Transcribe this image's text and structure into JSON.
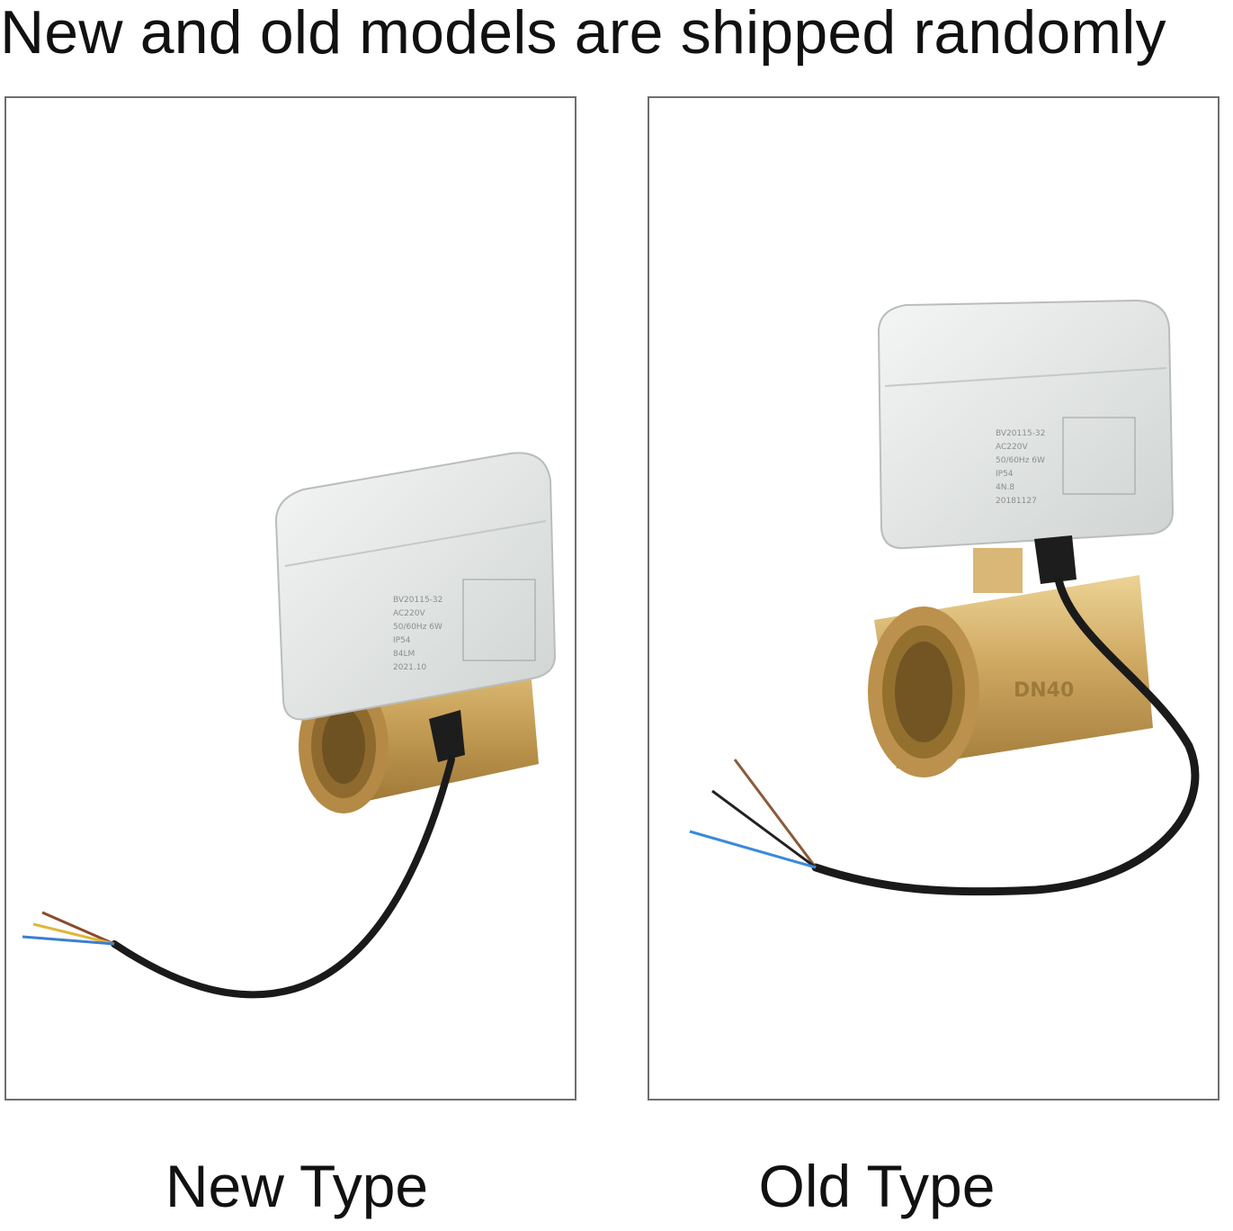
{
  "headline": "New and old models are shipped randomly",
  "panels": [
    {
      "caption": "New Type",
      "label_text": [
        "BV20115-32",
        "AC220V",
        "50/60Hz 6W",
        "IP54",
        "84LM",
        "2021.10"
      ],
      "brass_color": "#c9a35a",
      "actuator_color": "#e3e6e5"
    },
    {
      "caption": "Old Type",
      "label_text": [
        "BV20115-32",
        "AC220V",
        "50/60Hz 6W",
        "IP54",
        "4N.8",
        "20181127"
      ],
      "brass_color": "#c9a35a",
      "actuator_color": "#e3e6e5"
    }
  ]
}
